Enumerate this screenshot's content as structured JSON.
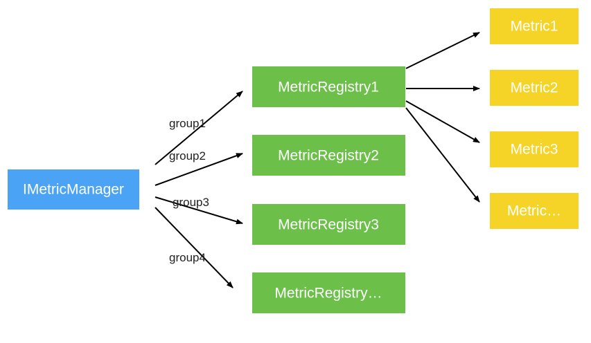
{
  "colors": {
    "manager": "#4aa3f5",
    "registry": "#6cc04a",
    "metric": "#f5d327",
    "arrow": "#000000",
    "text": "#ffffff",
    "label": "#222222"
  },
  "manager": {
    "label": "IMetricManager"
  },
  "registries": [
    {
      "label": "MetricRegistry1"
    },
    {
      "label": "MetricRegistry2"
    },
    {
      "label": "MetricRegistry3"
    },
    {
      "label": "MetricRegistry…"
    }
  ],
  "metrics": [
    {
      "label": "Metric1"
    },
    {
      "label": "Metric2"
    },
    {
      "label": "Metric3"
    },
    {
      "label": "Metric…"
    }
  ],
  "groups": [
    {
      "label": "group1"
    },
    {
      "label": "group2"
    },
    {
      "label": "group3"
    },
    {
      "label": "group4"
    }
  ]
}
